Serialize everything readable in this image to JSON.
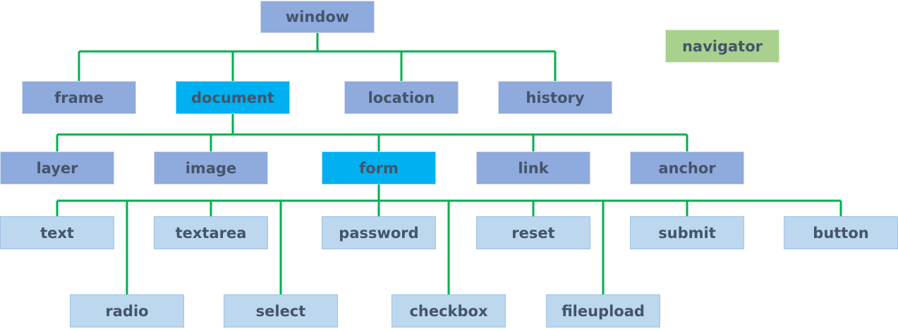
{
  "colors": {
    "connector": "#00b050",
    "node_dark": "#8faadc",
    "node_light": "#bdd7ee",
    "node_highlight": "#00b0f0",
    "node_green": "#a9d18e",
    "text": "#44546a"
  },
  "nodes": {
    "window": "window",
    "navigator": "navigator",
    "frame": "frame",
    "document": "document",
    "location": "location",
    "history": "history",
    "layer": "layer",
    "image": "image",
    "form": "form",
    "link": "link",
    "anchor": "anchor",
    "text": "text",
    "textarea": "textarea",
    "password": "password",
    "reset": "reset",
    "submit": "submit",
    "button": "button",
    "radio": "radio",
    "select": "select",
    "checkbox": "checkbox",
    "fileupload": "fileupload"
  }
}
